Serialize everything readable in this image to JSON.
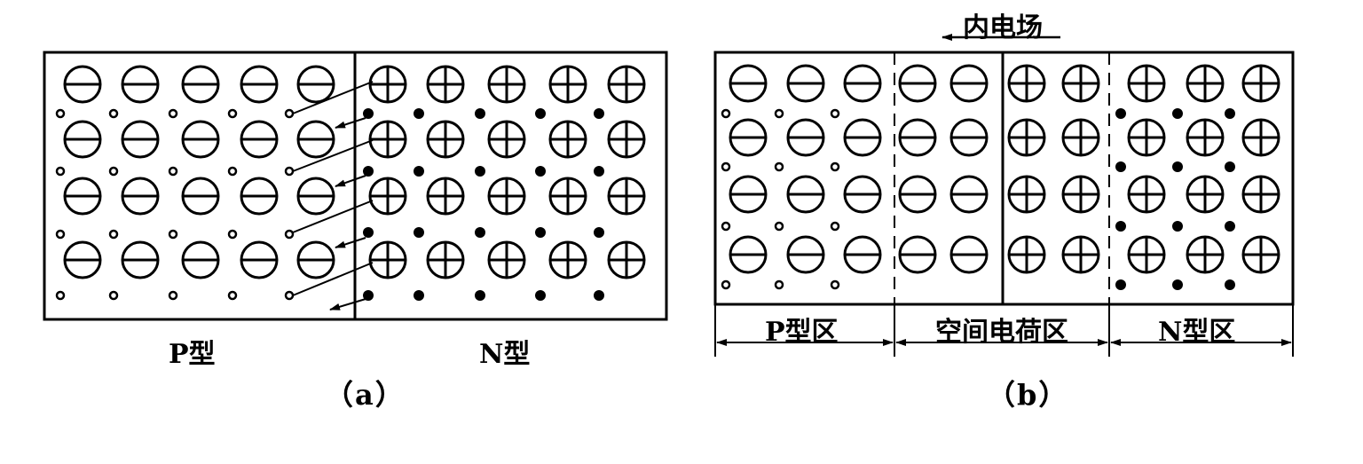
{
  "panel_a": {
    "p_label": "P型",
    "n_label": "N型",
    "caption": "（a）",
    "legend": {
      "acceptor_ion": "minus-circle",
      "donor_ion": "plus-circle",
      "hole": "hollow-dot",
      "electron": "solid-dot"
    }
  },
  "panel_b": {
    "field_label": "内电场",
    "regions": {
      "p": "P型区",
      "space_charge": "空间电荷区",
      "n": "N型区"
    },
    "caption": "（b）"
  },
  "colors": {
    "ink": "#000000",
    "background": "#ffffff"
  }
}
